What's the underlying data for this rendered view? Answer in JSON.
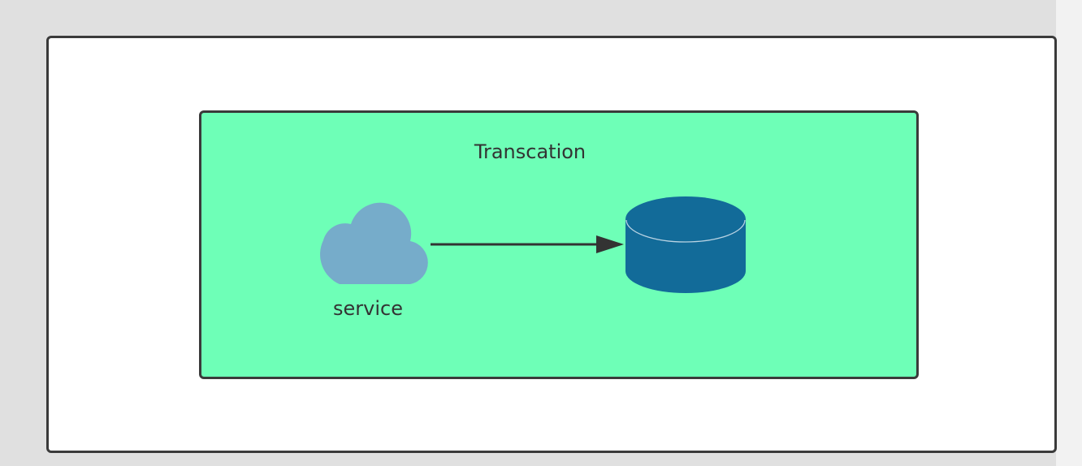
{
  "diagram": {
    "group_title": "Transcation",
    "nodes": [
      {
        "id": "service",
        "label": "service",
        "shape": "cloud-icon"
      },
      {
        "id": "database",
        "label": "",
        "shape": "database-icon"
      }
    ],
    "edges": [
      {
        "from": "service",
        "to": "database"
      }
    ],
    "colors": {
      "group_fill": "#6effb7",
      "cloud_fill": "#76acca",
      "database_fill": "#126b99",
      "border": "#3a3a3a"
    }
  }
}
